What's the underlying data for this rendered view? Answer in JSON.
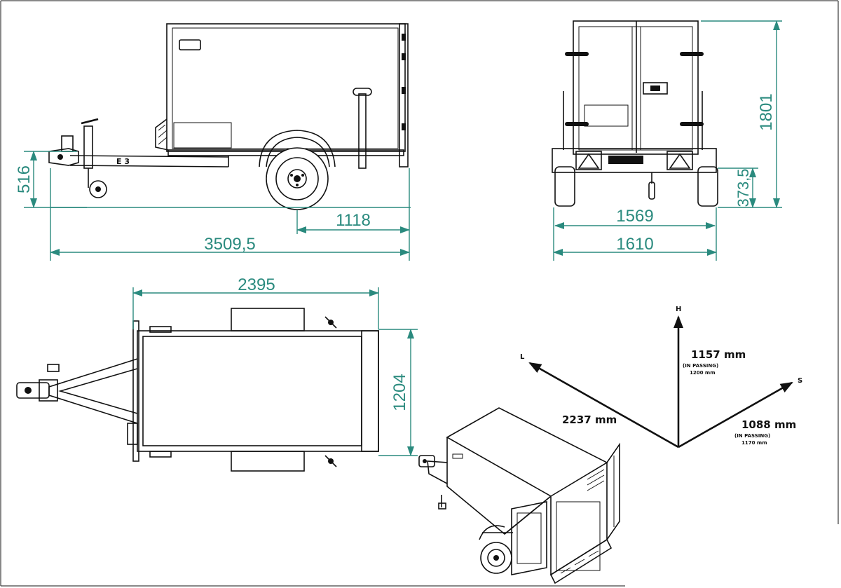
{
  "dimensions": {
    "side_height_hitch": "516",
    "side_axle_to_rear": "1118",
    "side_total_length": "3509,5",
    "rear_height": "1801",
    "rear_floor_height": "373,5",
    "rear_track": "1569",
    "rear_width": "1610",
    "top_box_length": "2395",
    "top_box_width": "1204"
  },
  "inner_box": {
    "axis_h": "H",
    "axis_l": "L",
    "axis_s": "S",
    "height": "1157 mm",
    "height_note": "(IN PASSING)",
    "height_passing": "1200 mm",
    "length": "2237 mm",
    "width": "1088 mm",
    "width_note": "(IN PASSING)",
    "width_passing": "1170 mm"
  },
  "side_label": "E 3",
  "colors": {
    "dimension": "#2a8a7e",
    "line": "#111111"
  }
}
